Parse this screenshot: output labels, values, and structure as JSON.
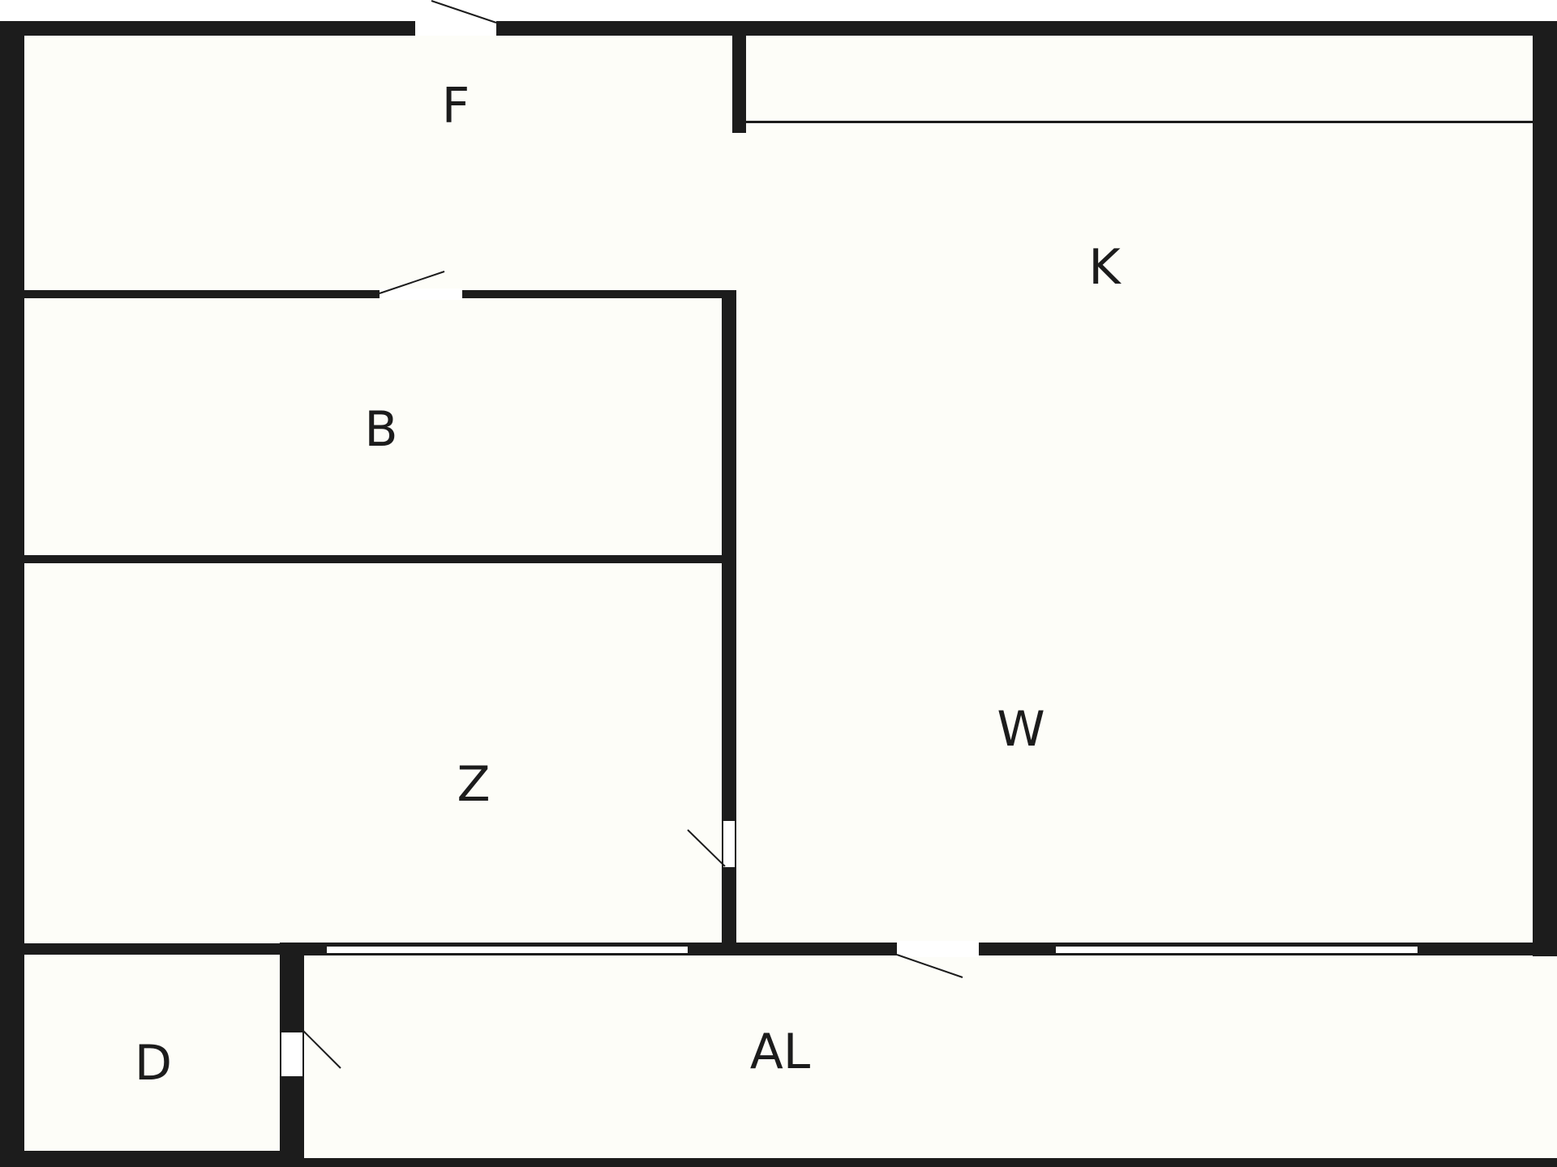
{
  "colors": {
    "wall": "#1c1c1c",
    "floor": "#fdfdf8",
    "opening": "#ffffff"
  },
  "rooms": {
    "f": "F",
    "k": "K",
    "b": "B",
    "z": "Z",
    "w": "W",
    "d": "D",
    "al": "AL"
  }
}
